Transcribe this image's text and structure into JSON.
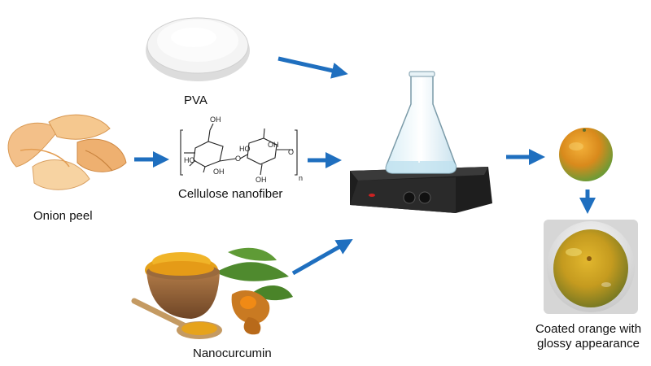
{
  "labels": {
    "pva": "PVA",
    "onion_peel": "Onion peel",
    "cellulose_nanofiber": "Cellulose nanofiber",
    "nanocurcumin": "Nanocurcumin",
    "coated_orange_line1": "Coated orange with",
    "coated_orange_line2": "glossy appearance"
  },
  "structure_text": {
    "oh": "OH",
    "ho": "HO",
    "o": "O",
    "n": "n"
  },
  "colors": {
    "arrow": "#1f6fbf",
    "orange": "#e07a14",
    "turmeric": "#e5a21a",
    "onion": "#f1b777",
    "pva_powder": "#f2f2f2",
    "hotplate": "#1e1e1e",
    "leaf": "#4f8a2e"
  }
}
